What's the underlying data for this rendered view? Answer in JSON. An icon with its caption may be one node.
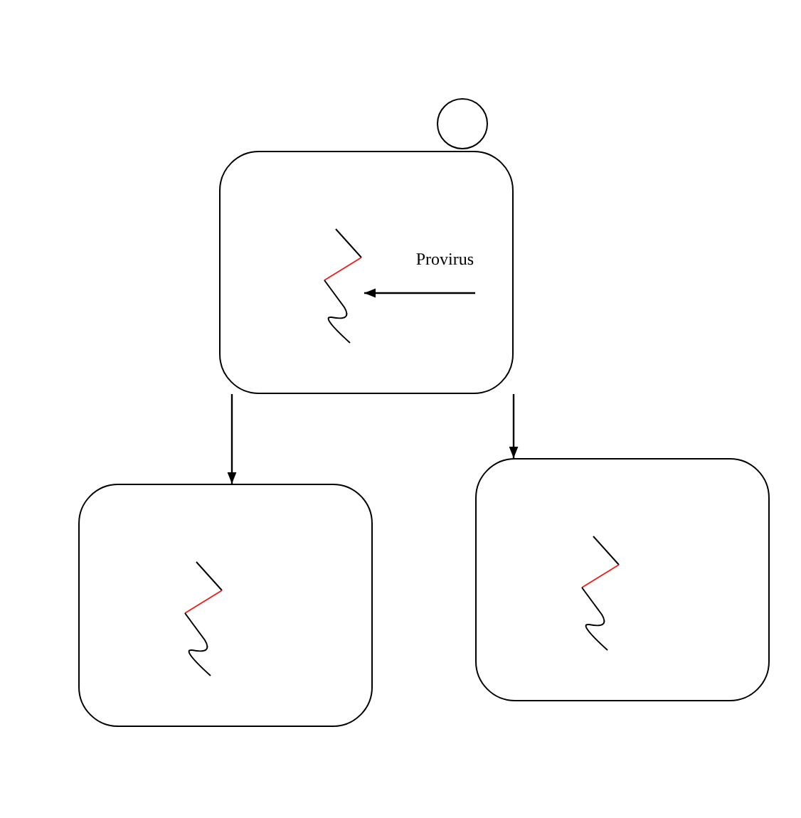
{
  "diagram": {
    "nodes": [
      {
        "text": [],
        "shape": "circle"
      },
      {
        "text": [],
        "shape": "box"
      },
      {
        "text": [
          "Provirus"
        ],
        "in": 1
      },
      {
        "text": [],
        "shape": "picture",
        "in": 1
      },
      {
        "text": [],
        "shape": "box"
      },
      {
        "text": [],
        "shape": "picture",
        "in": 4
      },
      {
        "text": [],
        "shape": "box"
      },
      {
        "text": [],
        "shape": "picture",
        "in": 6
      }
    ],
    "edges": [
      {
        "from": 2,
        "to": 3,
        "arrow": "to"
      },
      {
        "from": 1,
        "to": 4,
        "arrow": "to"
      },
      {
        "from": 1,
        "to": 6,
        "arrow": "to"
      }
    ]
  }
}
